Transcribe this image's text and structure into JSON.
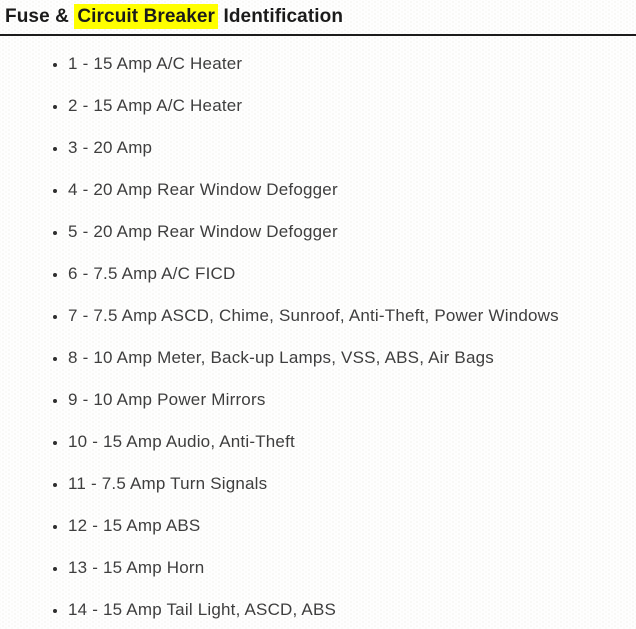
{
  "page": {
    "title": {
      "prefix": "Fuse & ",
      "highlight": "Circuit Breaker",
      "suffix": " Identification"
    },
    "colors": {
      "highlight_background": "#ffff00",
      "title_text": "#1b1b1b",
      "list_text": "#3e3e3e",
      "divider": "#1c1c1c"
    }
  },
  "fuse_list": {
    "items": [
      "1 - 15 Amp A/C Heater",
      "2 - 15 Amp A/C Heater",
      "3 - 20 Amp",
      "4 - 20 Amp Rear Window Defogger",
      "5 - 20 Amp Rear Window Defogger",
      "6 - 7.5 Amp A/C FICD",
      "7 - 7.5 Amp ASCD, Chime, Sunroof, Anti-Theft, Power Windows",
      "8 - 10 Amp Meter, Back-up Lamps, VSS, ABS, Air Bags",
      "9 - 10 Amp Power Mirrors",
      "10 - 15 Amp Audio, Anti-Theft",
      "11 - 7.5 Amp Turn Signals",
      "12 - 15 Amp ABS",
      "13 - 15 Amp Horn",
      "14 - 15 Amp Tail Light, ASCD, ABS"
    ]
  }
}
